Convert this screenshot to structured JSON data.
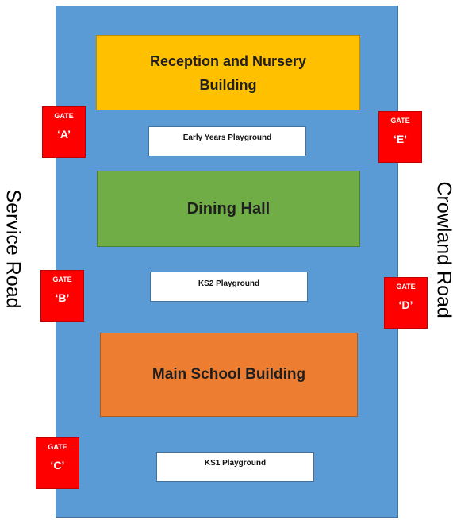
{
  "buildings": {
    "reception_line1": "Reception and Nursery",
    "reception_line2": "Building",
    "dining": "Dining Hall",
    "main": "Main School Building"
  },
  "playgrounds": {
    "early_years": "Early Years Playground",
    "ks2": "KS2 Playground",
    "ks1": "KS1 Playground"
  },
  "gates": {
    "label": "GATE",
    "a": "‘A’",
    "b": "‘B’",
    "c": "‘C’",
    "d": "‘D’",
    "e": "‘E’"
  },
  "roads": {
    "left": "Service Road",
    "right": "Crowland Road"
  },
  "colors": {
    "site": "#5b9bd5",
    "reception": "#ffc000",
    "dining": "#70ad47",
    "main_building": "#ed7d31",
    "gate": "#ff0000",
    "playground": "#ffffff"
  }
}
